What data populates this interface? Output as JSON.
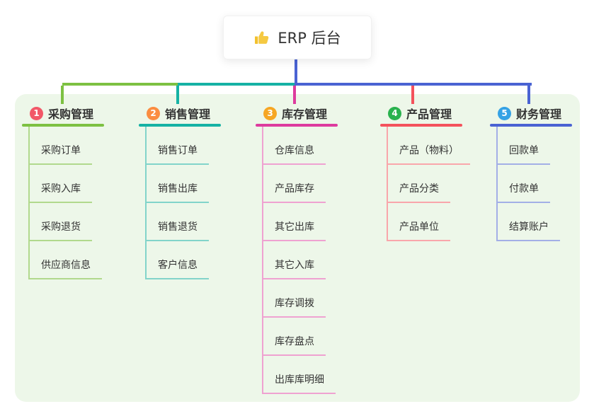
{
  "root": {
    "icon": "thumbs-up-icon",
    "label": "ERP 后台"
  },
  "colors": {
    "page_bg": "#ffffff",
    "panel_bg": "#edf7e9",
    "text": "#333333",
    "root_connector": "#4a63d3",
    "thumb_icon": "#f2c12e"
  },
  "branches": [
    {
      "num": "1",
      "title": "采购管理",
      "badge_color": "#f25868",
      "line_color": "#7dc142",
      "child_line_color": "#b1d98d",
      "children": [
        "采购订单",
        "采购入库",
        "采购退货",
        "供应商信息"
      ]
    },
    {
      "num": "2",
      "title": "销售管理",
      "badge_color": "#fb8d41",
      "line_color": "#16b2a4",
      "child_line_color": "#82d4ca",
      "children": [
        "销售订单",
        "销售出库",
        "销售退货",
        "客户信息"
      ]
    },
    {
      "num": "3",
      "title": "库存管理",
      "badge_color": "#f6a623",
      "line_color": "#dd3b9e",
      "child_line_color": "#efa2d1",
      "children": [
        "仓库信息",
        "产品库存",
        "其它出库",
        "其它入库",
        "库存调拨",
        "库存盘点",
        "出库库明细"
      ]
    },
    {
      "num": "4",
      "title": "产品管理",
      "badge_color": "#29b24e",
      "line_color": "#f4525c",
      "child_line_color": "#f9a6ab",
      "children": [
        "产品（物料）",
        "产品分类",
        "产品单位"
      ]
    },
    {
      "num": "5",
      "title": "财务管理",
      "badge_color": "#35a2e5",
      "line_color": "#4a63d3",
      "child_line_color": "#a3afe6",
      "children": [
        "回款单",
        "付款单",
        "结算账户"
      ]
    }
  ]
}
